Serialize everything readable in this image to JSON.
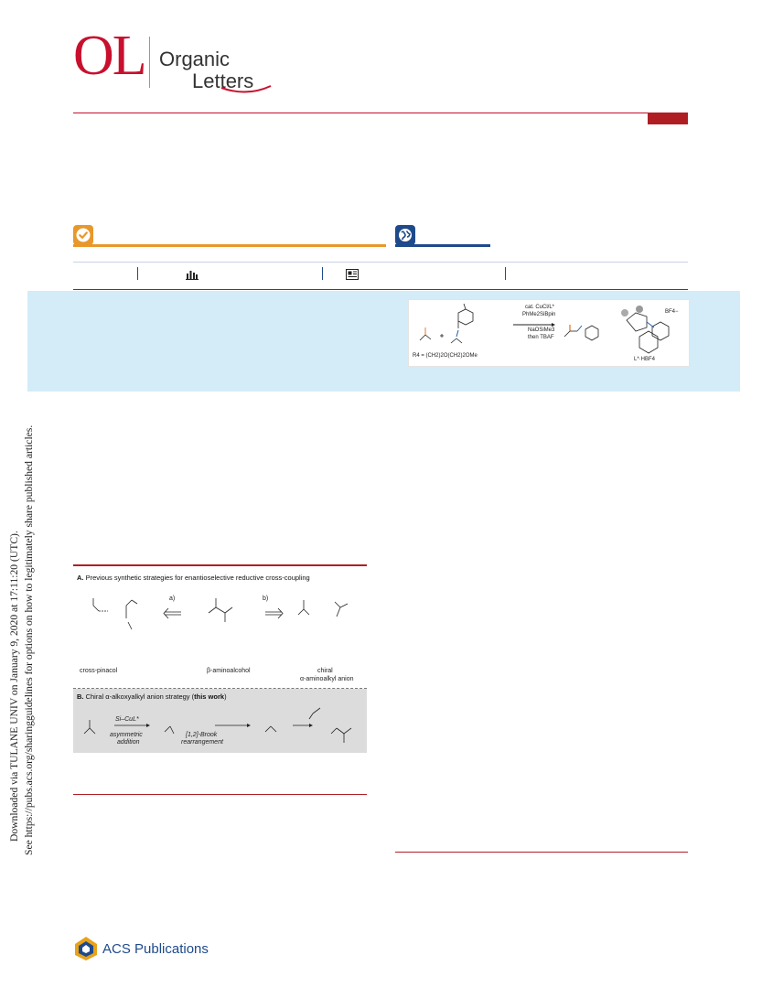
{
  "journal": {
    "logo_mark": "OL",
    "name_line1": "Organic",
    "name_line2": "Letters"
  },
  "side_note": {
    "line1": "Downloaded via TULANE UNIV on January 9, 2020 at 17:11:20 (UTC).",
    "line2": "See https://pubs.acs.org/sharingguidelines for options on how to legitimately share published articles."
  },
  "toc_graphic": {
    "reagent_line1": "cat. CuCl/L*",
    "reagent_line2": "PhMe2SiBpin",
    "reagent_line3": "NaOSiMe3",
    "reagent_line4": "then TBAF",
    "r4_definition": "R4 = (CH2)2O(CH2)2OMe",
    "ligand_label": "L*·HBF4",
    "counterion": "BF4−"
  },
  "figure": {
    "panel_a_title_prefix": "A.",
    "panel_a_title": "Previous synthetic strategies for enantioselective reductive cross-coupling",
    "label_cross_pinacol": "cross-pinacol",
    "label_beta_aminoalcohol": "β-aminoalcohol",
    "label_chiral": "chiral",
    "label_alpha_anion": "α-aminoalkyl anion",
    "arrow_a": "a)",
    "arrow_b": "b)",
    "panel_b_title_prefix": "B.",
    "panel_b_title": "Chiral α-alkoxyalkyl anion strategy (",
    "panel_b_title_bold": "this work",
    "panel_b_title_end": ")",
    "step1_reagent": "Si–CuL*",
    "step1_label_line1": "asymmetric",
    "step1_label_line2": "addition",
    "step2_label_line1": "[1,2]-Brook",
    "step2_label_line2": "rearrangement"
  },
  "publisher": {
    "name": "ACS Publications"
  },
  "colors": {
    "brand_red": "#c8102e",
    "access_orange": "#e8982b",
    "access_blue": "#1e4a8c",
    "abstract_bg": "#d3ecf8"
  }
}
